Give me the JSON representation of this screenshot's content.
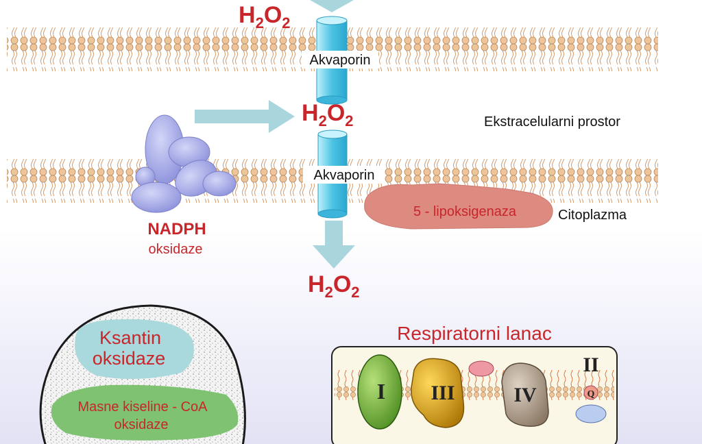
{
  "h2o": {
    "top": {
      "main": "H",
      "sub": "2",
      "tail": "O",
      "sub2": "2"
    },
    "middle": {
      "main": "H",
      "sub": "2",
      "tail": "O",
      "sub2": "2"
    },
    "bottom": {
      "main": "H",
      "sub": "2",
      "tail": "O",
      "sub2": "2"
    }
  },
  "aquaporin": {
    "top_label": "Akvaporin",
    "bottom_label": "Akvaporin"
  },
  "regions": {
    "extracellular": "Ekstracelularni prostor",
    "cytoplasm": "Citoplazma"
  },
  "enzymes": {
    "nadph_title": "NADPH",
    "nadph_sub": "oksidaze",
    "lipoxygenase": "5 - lipoksigenaza",
    "xanthine_line1": "Ksantin",
    "xanthine_line2": "oksidaze",
    "fatty_acid_line1": "Masne kiseline - CoA",
    "fatty_acid_line2": "oksidaze"
  },
  "respiratory_chain": {
    "title": "Respiratorni lanac",
    "complexes": [
      "I",
      "III",
      "IV",
      "II",
      "Q"
    ]
  },
  "colors": {
    "red_text": "#c8262b",
    "membrane_head": "#e6b98c",
    "tail": "#d9a074",
    "aquaporin": "#5fcfe8",
    "arrow": "#a9d6dc",
    "nadph": "#9ea3e2",
    "lipoxygenase": "#dd8a80",
    "xanthine": "#a9d9dc",
    "fatty_acid": "#7fc272",
    "complex_I": "#6fb43a",
    "complex_III": "#d8a21a",
    "complex_IV": "#a8998a"
  }
}
